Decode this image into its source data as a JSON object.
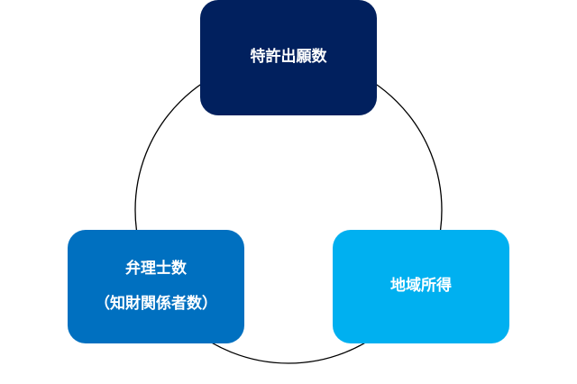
{
  "colors": {
    "top_node": "#01205e",
    "left_node": "#0070c0",
    "right_node": "#00b0f0",
    "ring_stroke": "#000000",
    "text": "#ffffff"
  },
  "nodes": {
    "top": {
      "label": "特許出願数"
    },
    "left": {
      "label_line1": "弁理士数",
      "label_line2": "（知財関係者数）"
    },
    "right": {
      "label": "地域所得"
    }
  }
}
